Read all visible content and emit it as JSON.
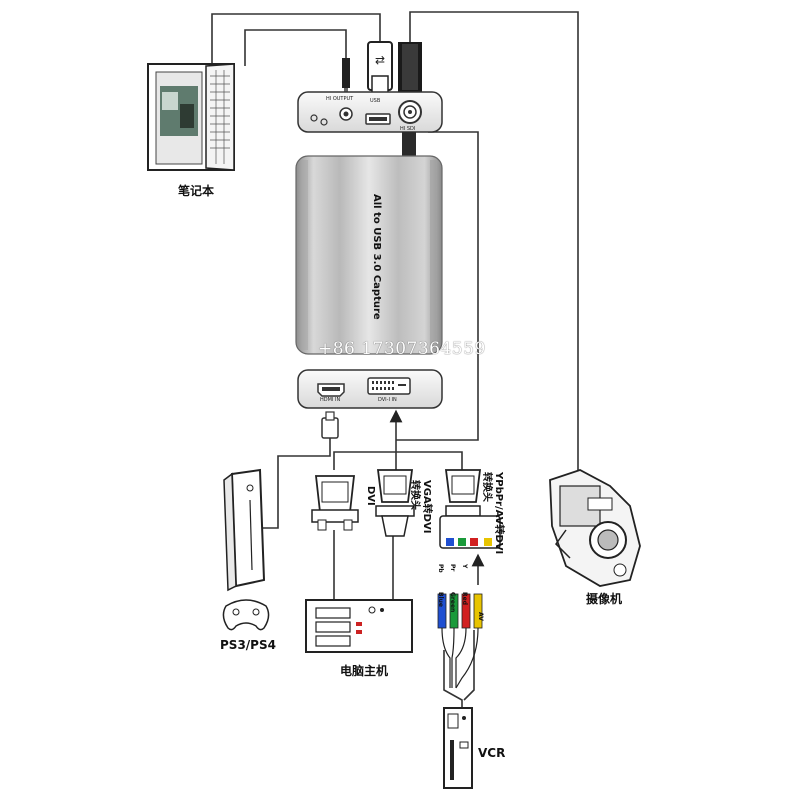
{
  "labels": {
    "laptop": "笔记本",
    "ps": "PS3/PS4",
    "pc": "电脑主机",
    "camera": "摄像机",
    "vcr": "VCR",
    "dvi": "DVI",
    "vga_adapter_line1": "VGA转DVI",
    "vga_adapter_line2": "转换头",
    "ypbpr_adapter_line1": "YPbPr/AV转DVI",
    "ypbpr_adapter_line2": "转换头"
  },
  "device": {
    "title": "All to USB 3.0 Capture",
    "top_port_audio": "HI OUTPUT",
    "top_port_usb": "USB",
    "top_port_sdi": "HI SDI",
    "bottom_port_hdmi": "HDMI IN",
    "bottom_port_dvi": "DVI-I IN"
  },
  "cables": {
    "blue": "Blue",
    "green": "Green",
    "red": "Red",
    "pb": "Pb",
    "pr": "Pr",
    "y": "Y",
    "av": "AV"
  },
  "watermark": "+86 17307364559"
}
